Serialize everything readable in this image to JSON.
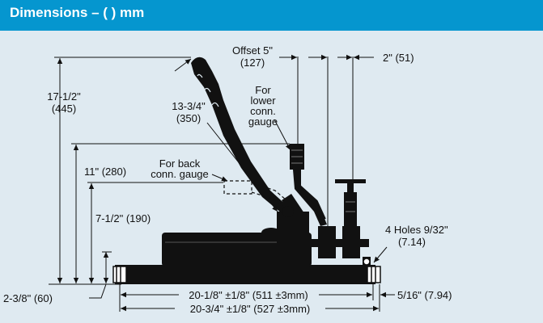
{
  "header": {
    "title": "Dimensions – ( ) mm"
  },
  "labels": {
    "overall_height_in": "17-1/2\"",
    "overall_height_mm": "(445)",
    "arm_length_in": "13-3/4\"",
    "arm_length_mm": "(350)",
    "offset_in": "Offset 5\"",
    "offset_mm": "(127)",
    "side_offset": "2\" (51)",
    "lower_gauge_1": "For",
    "lower_gauge_2": "lower",
    "lower_gauge_3": "conn.",
    "lower_gauge_4": "gauge",
    "back_gauge_1": "For back",
    "back_gauge_2": "conn. gauge",
    "height_lower_conn": "11\" (280)",
    "height_back_conn": "7-1/2\" (190)",
    "base_height": "2-3/8\" (60)",
    "holes_1": "4 Holes 9/32\"",
    "holes_2": "(7.14)",
    "hole_spacing": "20-1/8\" ±1/8\" (511 ±3mm)",
    "overall_length": "20-3/4\" ±1/8\" (527 ±3mm)",
    "flange_width": "5/16\" (7.94)"
  },
  "colors": {
    "header_bg": "#0596cf",
    "panel_bg": "#dfeaf1",
    "ink": "#111111"
  }
}
